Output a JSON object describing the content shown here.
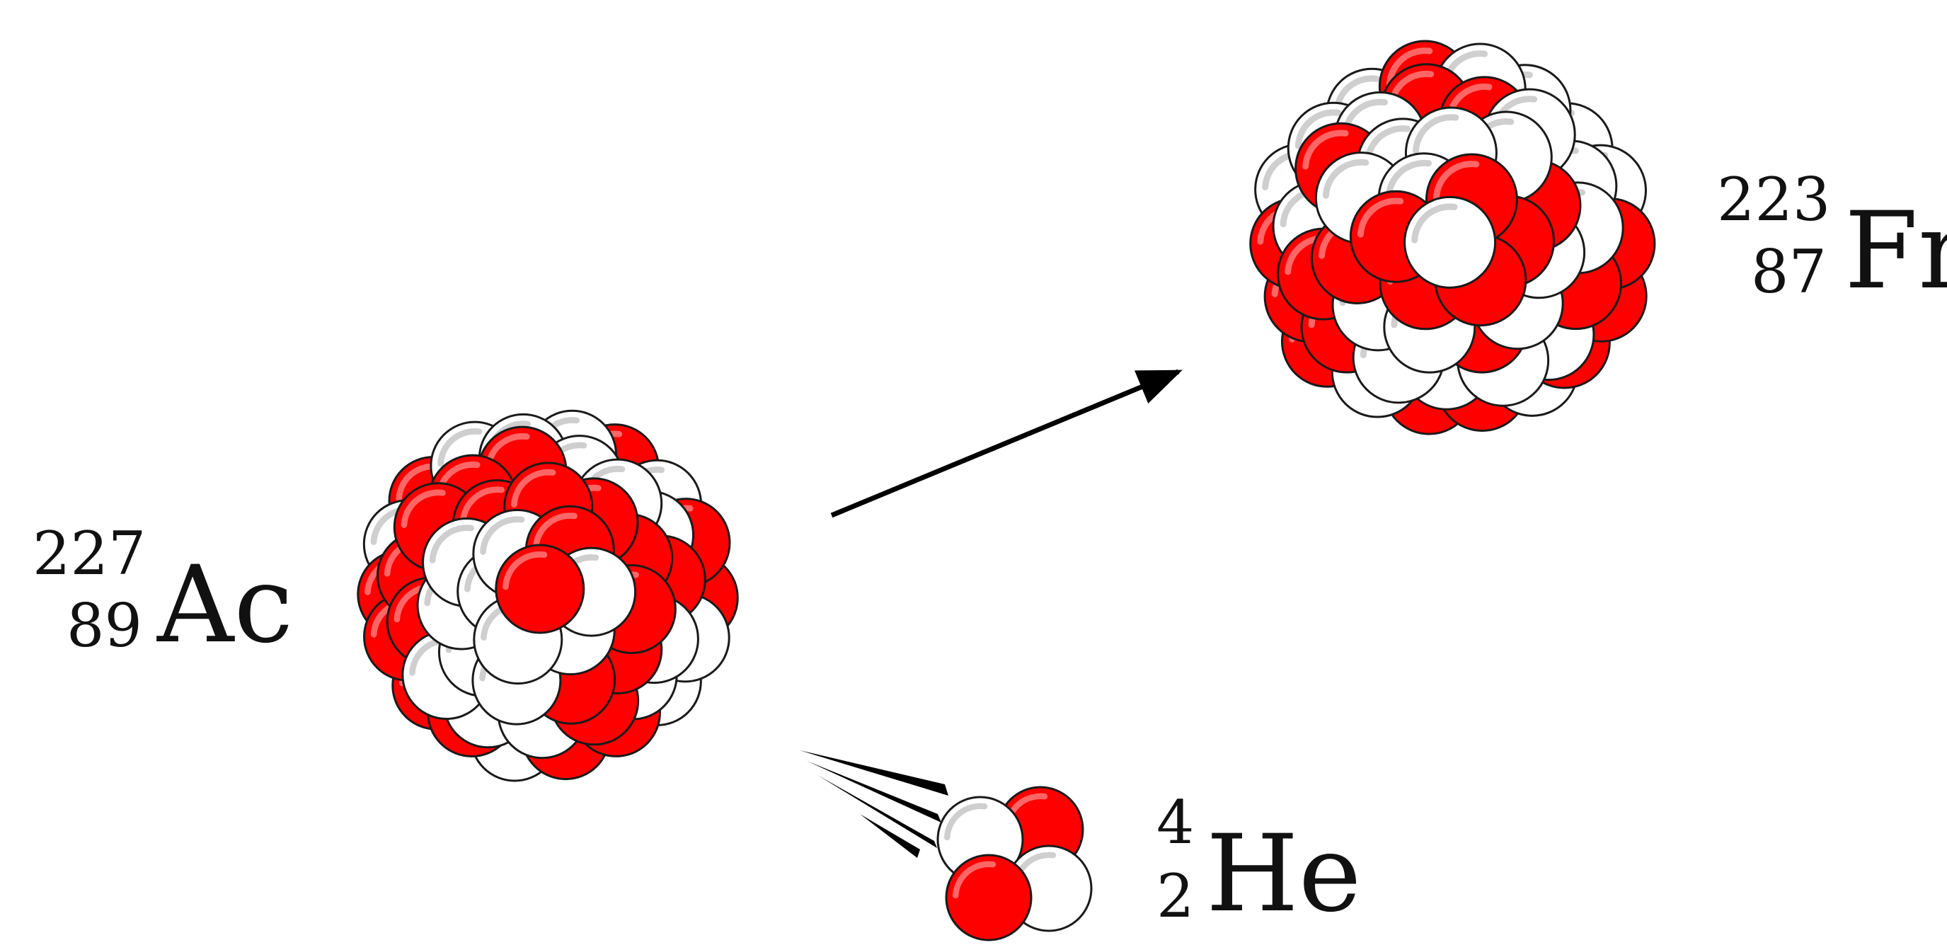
{
  "diagram": {
    "parent": {
      "mass_number": "227",
      "atomic_number": "89",
      "symbol": "Ac",
      "colors": {
        "proton": "#ff0000",
        "neutron": "#ffffff"
      }
    },
    "daughter": {
      "mass_number": "223",
      "atomic_number": "87",
      "symbol": "Fr"
    },
    "alpha": {
      "mass_number": "4",
      "atomic_number": "2",
      "symbol": "He"
    },
    "colors": {
      "proton": "#ff0000",
      "neutron": "#ffffff",
      "outline": "#1a1a1a",
      "arrow": "#000000"
    }
  }
}
